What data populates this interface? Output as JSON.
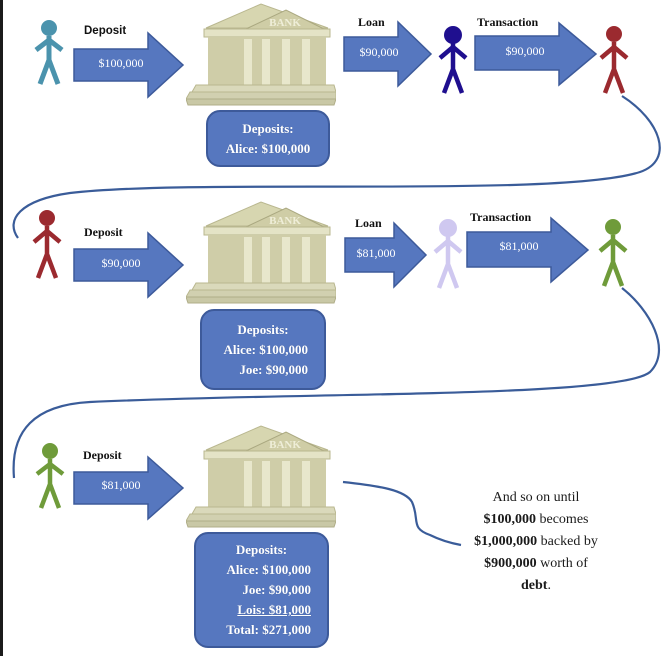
{
  "colors": {
    "arrow_fill": "#5677bf",
    "arrow_stroke": "#3d5a9a",
    "box_fill": "#5677bf",
    "connector": "#3a5c99",
    "alice": "#4b93ad",
    "borrower1": "#1f0f8f",
    "joe": "#9b2a2f",
    "borrower2": "#cfc8f0",
    "lois": "#6f9b3a",
    "bank_stone": "#d9d7b4"
  },
  "bank_sign": "BANK",
  "rows": [
    {
      "deposit": {
        "label": "Deposit",
        "amount": "$100,000"
      },
      "loan": {
        "label": "Loan",
        "amount": "$90,000"
      },
      "transaction": {
        "label": "Transaction",
        "amount": "$90,000"
      },
      "deposits_box": {
        "heading": "Deposits:",
        "entries": [
          "Alice: $100,000"
        ]
      }
    },
    {
      "deposit": {
        "label": "Deposit",
        "amount": "$90,000"
      },
      "loan": {
        "label": "Loan",
        "amount": "$81,000"
      },
      "transaction": {
        "label": "Transaction",
        "amount": "$81,000"
      },
      "deposits_box": {
        "heading": "Deposits:",
        "entries": [
          "Alice: $100,000",
          "Joe: $90,000"
        ]
      }
    },
    {
      "deposit": {
        "label": "Deposit",
        "amount": "$81,000"
      },
      "deposits_box": {
        "heading": "Deposits:",
        "entries": [
          "Alice: $100,000",
          "Joe: $90,000",
          "Lois: $81,000"
        ],
        "total": "Total: $271,000"
      }
    }
  ],
  "note": {
    "line1": "And so on until",
    "line2_bold": "$100,000",
    "line2_rest": " becomes",
    "line3_bold": "$1,000,000",
    "line3_rest": " backed by",
    "line4_bold": "$900,000",
    "line4_rest": " worth of",
    "line5_bold": "debt",
    "line5_rest": "."
  }
}
